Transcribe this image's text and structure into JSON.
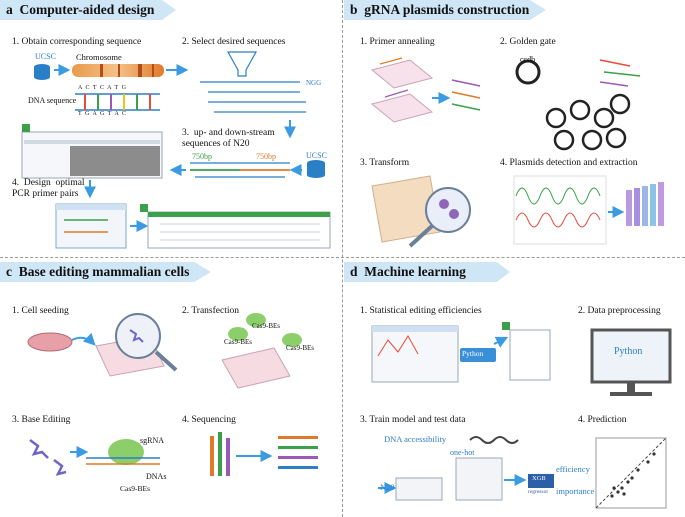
{
  "panels": {
    "a": {
      "letter": "a",
      "title": "Computer-aided design",
      "steps": [
        "1.  Obtain corresponding sequence",
        "2.  Select desired sequences",
        "3.  up- and down-stream\nsequences of N20",
        "4.  Design  optimal\nPCR primer pairs"
      ],
      "labels": {
        "ucsc1": "UCSC",
        "chromosome": "Chromosome",
        "dna_sequence": "DNA  sequence",
        "ngg": "NGG",
        "ucsc2": "UCSC",
        "bp_left": "750bp",
        "bp_right": "750bp",
        "seq_top": "A C T C A T G",
        "seq_bottom": "T G A G T A C"
      }
    },
    "b": {
      "letter": "b",
      "title": "gRNA plasmids construction",
      "steps": [
        "1.  Primer annealing",
        "2.  Golden gate",
        "3.  Transform",
        "4.  Plasmids detection and extraction"
      ],
      "labels": {
        "ccdb": "ccdb"
      }
    },
    "c": {
      "letter": "c",
      "title": "Base editing mammalian cells",
      "steps": [
        "1.  Cell seeding",
        "2.  Transfection",
        "3.  Base Editing",
        "4.  Sequencing"
      ],
      "labels": {
        "cas9_1": "Cas9-BEs",
        "cas9_2": "Cas9-BEs",
        "cas9_3": "Cas9-BEs",
        "cas9_4": "Cas9-BEs",
        "sgrna": "sgRNA",
        "dnas": "DNAs"
      }
    },
    "d": {
      "letter": "d",
      "title": "Machine learning",
      "steps": [
        "1.  Statistical editing efficiencies",
        "2.  Data preprocessing",
        "3.  Train model and test data",
        "4.  Prediction"
      ],
      "labels": {
        "python1": "Python",
        "python2": "Python",
        "dna_accessibility": "DNA accessibility",
        "one_hot": "one-hot",
        "n20": "N20",
        "xgb": "XGB",
        "regressor": "regressor",
        "efficiency": "efficiency",
        "importance": "importance"
      }
    }
  },
  "colors": {
    "banner": "#cfe6f7",
    "arrow": "#3b9be0",
    "green": "#3aa04a",
    "orange": "#e07a2a",
    "blue": "#2b7fc6"
  }
}
